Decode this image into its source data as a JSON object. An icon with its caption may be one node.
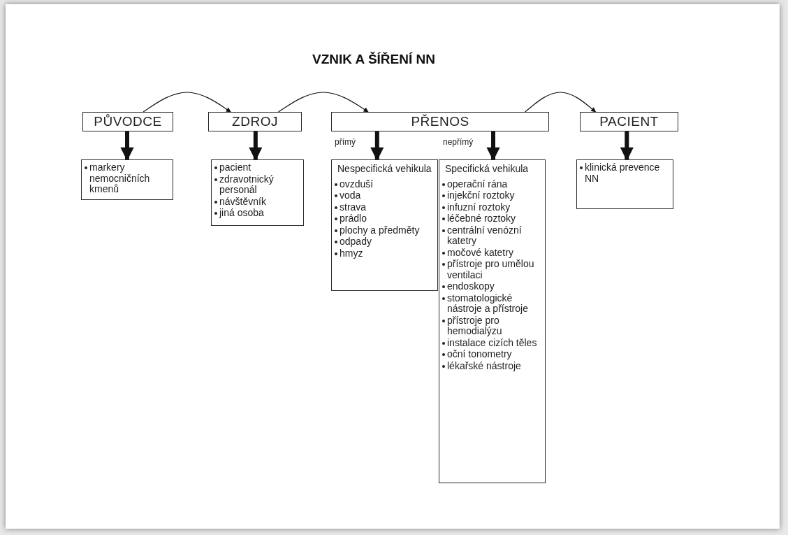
{
  "diagram": {
    "title": "VZNIK A ŠÍŘENÍ NN",
    "nodes": [
      {
        "text": [
          "PŮVODCE"
        ]
      },
      {
        "text": [
          "ZDROJ"
        ]
      },
      {
        "text": [
          "PŘENOS"
        ]
      },
      {
        "text": [
          "PACIENT"
        ]
      },
      {
        "text": [
          "markery nemocničních kmenů"
        ]
      },
      {
        "text": [
          "pacient",
          "zdravotnický personál",
          "návštěvník",
          "jiná osoba"
        ]
      },
      {
        "text": [
          "Nespecifická vehikula",
          "ovzduší",
          "voda",
          "strava",
          "prádlo",
          "plochy a předměty",
          "odpady",
          "hmyz"
        ]
      },
      {
        "text": [
          "Specifická vehikula",
          "operační rána",
          "injekční roztoky",
          "infuzní roztoky",
          "léčebné roztoky",
          "centrální venózní katetry",
          "močové katetry",
          "přístroje pro umělou ventilaci",
          "endoskopy",
          "stomatologické nástroje a přístroje",
          "přístroje pro hemodialýzu",
          "instalace cizích těles",
          "oční tonometry",
          "lékařské nástroje"
        ]
      },
      {
        "text": [
          "klinická prevence NN"
        ]
      }
    ],
    "edges": [
      {
        "from": 0,
        "to": 1,
        "arrow": "to"
      },
      {
        "from": 1,
        "to": 2,
        "arrow": "to"
      },
      {
        "from": 2,
        "to": 3,
        "arrow": "to"
      },
      {
        "from": 0,
        "to": 4,
        "arrow": "to"
      },
      {
        "from": 1,
        "to": 5,
        "arrow": "to"
      },
      {
        "from": 2,
        "to": 6,
        "arrow": "to",
        "label": "přímý"
      },
      {
        "from": 2,
        "to": 7,
        "arrow": "to",
        "label": "nepřímý"
      },
      {
        "from": 3,
        "to": 8,
        "arrow": "to"
      }
    ]
  }
}
